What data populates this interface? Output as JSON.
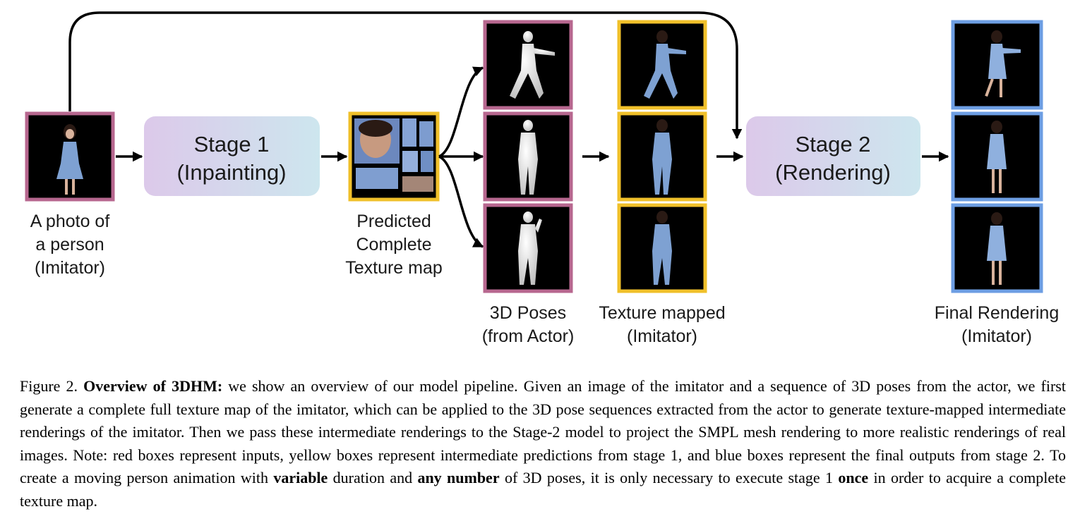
{
  "labels": {
    "photo": "A photo of\na person\n(Imitator)",
    "texture": "Predicted\nComplete\nTexture map",
    "poses": "3D Poses\n(from Actor)",
    "mapped": "Texture mapped\n(Imitator)",
    "final": "Final Rendering\n(Imitator)"
  },
  "stages": {
    "stage1_line1": "Stage 1",
    "stage1_line2": "(Inpainting)",
    "stage2_line1": "Stage 2",
    "stage2_line2": "(Rendering)"
  },
  "caption": {
    "fig_label": "Figure 2. ",
    "title": "Overview of 3DHM:",
    "text1": " we show an overview of our model pipeline. Given an image of the imitator and a sequence of 3D poses from the actor, we first generate a complete full texture map of the imitator, which can be applied to the 3D pose sequences extracted from the actor to generate texture-mapped intermediate renderings of the imitator. Then we pass these intermediate renderings to the Stage-2 model to project the SMPL mesh rendering to more realistic renderings of real images. Note: red boxes represent inputs, yellow boxes represent intermediate predictions from stage 1, and blue boxes represent the final outputs from stage 2. To create a moving person animation with ",
    "b_variable": "variable",
    "text2": " duration and ",
    "b_anynumber": "any number",
    "text3": " of 3D poses, it is only necessary to execute stage 1 ",
    "b_once": "once",
    "text4": " in order to acquire a complete texture map."
  },
  "colors": {
    "input_border": "#b7678f",
    "stage1_border": "#f0c02a",
    "output_border": "#6d9ee3",
    "stage_box_left": "#dcc9ea",
    "stage_box_right": "#cde6ee"
  }
}
